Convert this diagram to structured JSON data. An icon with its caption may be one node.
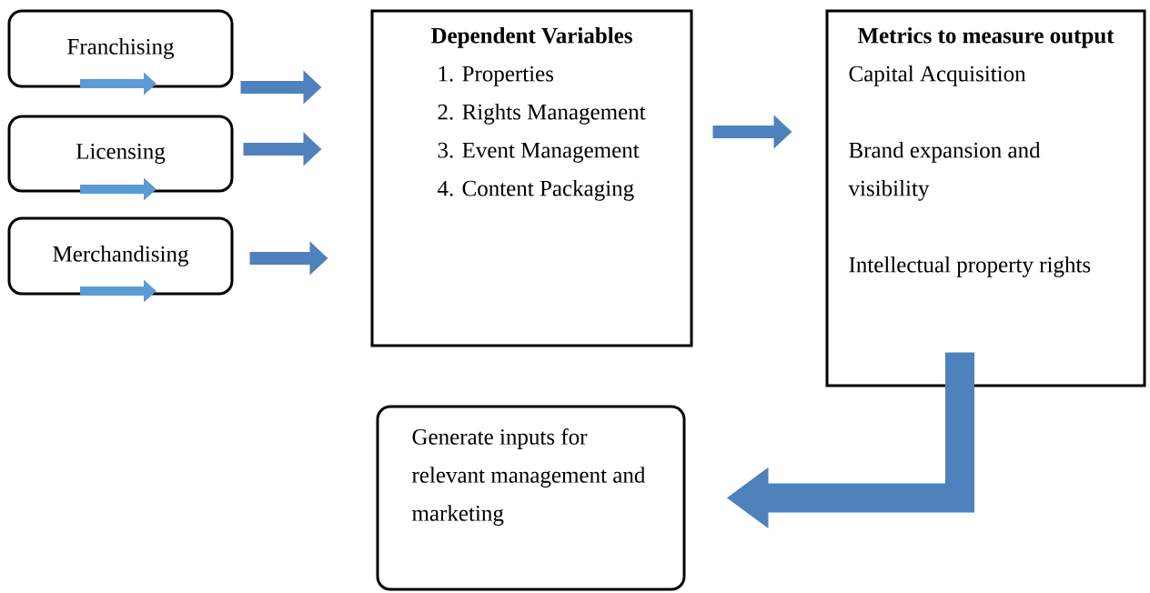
{
  "diagram": {
    "nodes": [
      {
        "text": [
          "Franchising"
        ]
      },
      {
        "text": [
          "Licensing"
        ]
      },
      {
        "text": [
          "Merchandising"
        ]
      },
      {
        "text": [
          "Dependent Variables",
          "1. Properties",
          "2. Rights Management",
          "3. Event Management",
          "4. Content Packaging"
        ]
      },
      {
        "text": [
          "Metrics to measure output",
          "Capital Acquisition",
          "Brand expansion and visibility",
          "Intellectual property rights"
        ]
      },
      {
        "text": [
          "Generate inputs for relevant management and marketing"
        ]
      }
    ],
    "edges": [
      {
        "from": 0,
        "to": 3,
        "arrow": "to"
      },
      {
        "from": 1,
        "to": 3,
        "arrow": "to"
      },
      {
        "from": 2,
        "to": 3,
        "arrow": "to"
      },
      {
        "from": 3,
        "to": 4,
        "arrow": "to"
      },
      {
        "from": 4,
        "to": 5,
        "arrow": "to",
        "style": "thick"
      }
    ]
  }
}
